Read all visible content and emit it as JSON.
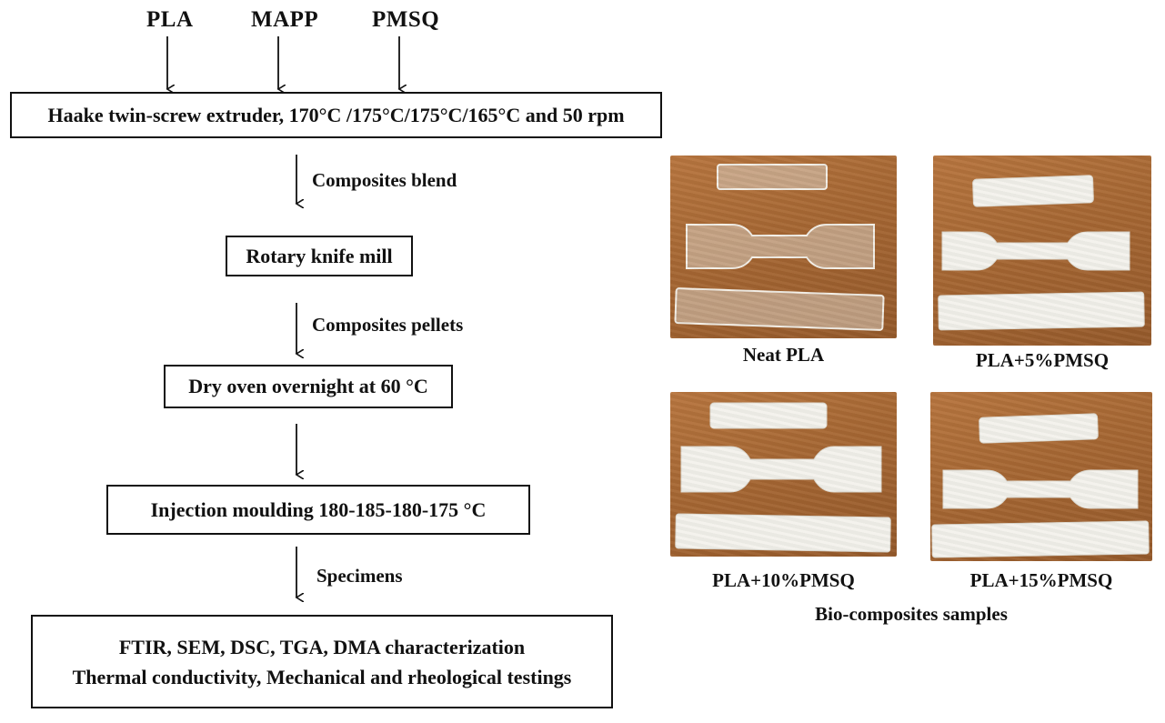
{
  "inputs": [
    "PLA",
    "MAPP",
    "PMSQ"
  ],
  "flow": {
    "extruder": "Haake twin-screw extruder, 170°C /175°C/175°C/165°C and 50 rpm",
    "step1_label": "Composites blend",
    "mill": "Rotary knife mill",
    "step2_label": "Composites pellets",
    "oven": "Dry oven overnight at 60 °C",
    "injection": "Injection moulding 180-185-180-175 °C",
    "step3_label": "Specimens",
    "characterization": [
      "FTIR, SEM, DSC, TGA, DMA characterization",
      "Thermal conductivity, Mechanical and rheological testings"
    ]
  },
  "samples": {
    "captions": [
      "Neat PLA",
      "PLA+5%PMSQ",
      "PLA+10%PMSQ",
      "PLA+15%PMSQ"
    ],
    "title": "Bio-composites samples"
  },
  "colors": {
    "table_wood": "#a66733",
    "neat_pla": "#d8c9b6",
    "composite_white": "#f3f1ea"
  }
}
